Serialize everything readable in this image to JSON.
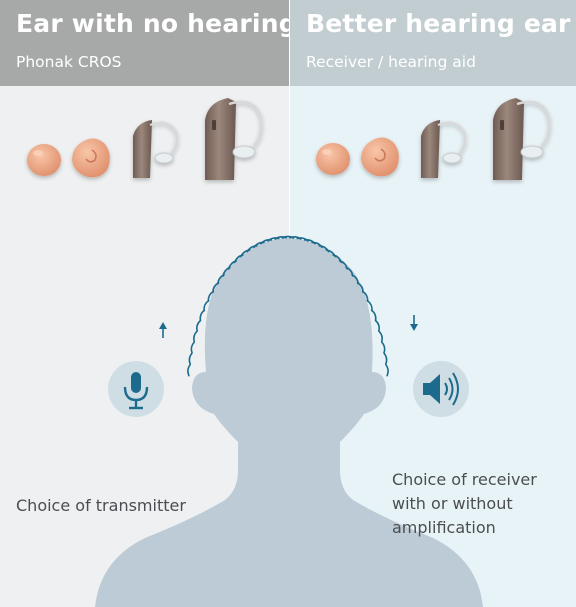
{
  "left": {
    "title": "Ear with no hearing",
    "subtitle": "Phonak CROS",
    "caption": "Choice of transmitter",
    "icon": "microphone-icon"
  },
  "right": {
    "title": "Better hearing ear",
    "subtitle": "Receiver / hearing aid",
    "caption_lines": [
      "Choice of receiver",
      "with or without",
      "amplification"
    ],
    "icon": "speaker-icon"
  },
  "colors": {
    "left_header": "#a7a9a8",
    "right_header": "#c2cdd1",
    "left_bg": "#eef0f1",
    "right_bg": "#e8f3f7",
    "head": "#bccbd6",
    "accent": "#1d6b8c",
    "skin": "#eea584",
    "device_brown": "#8a766c"
  }
}
